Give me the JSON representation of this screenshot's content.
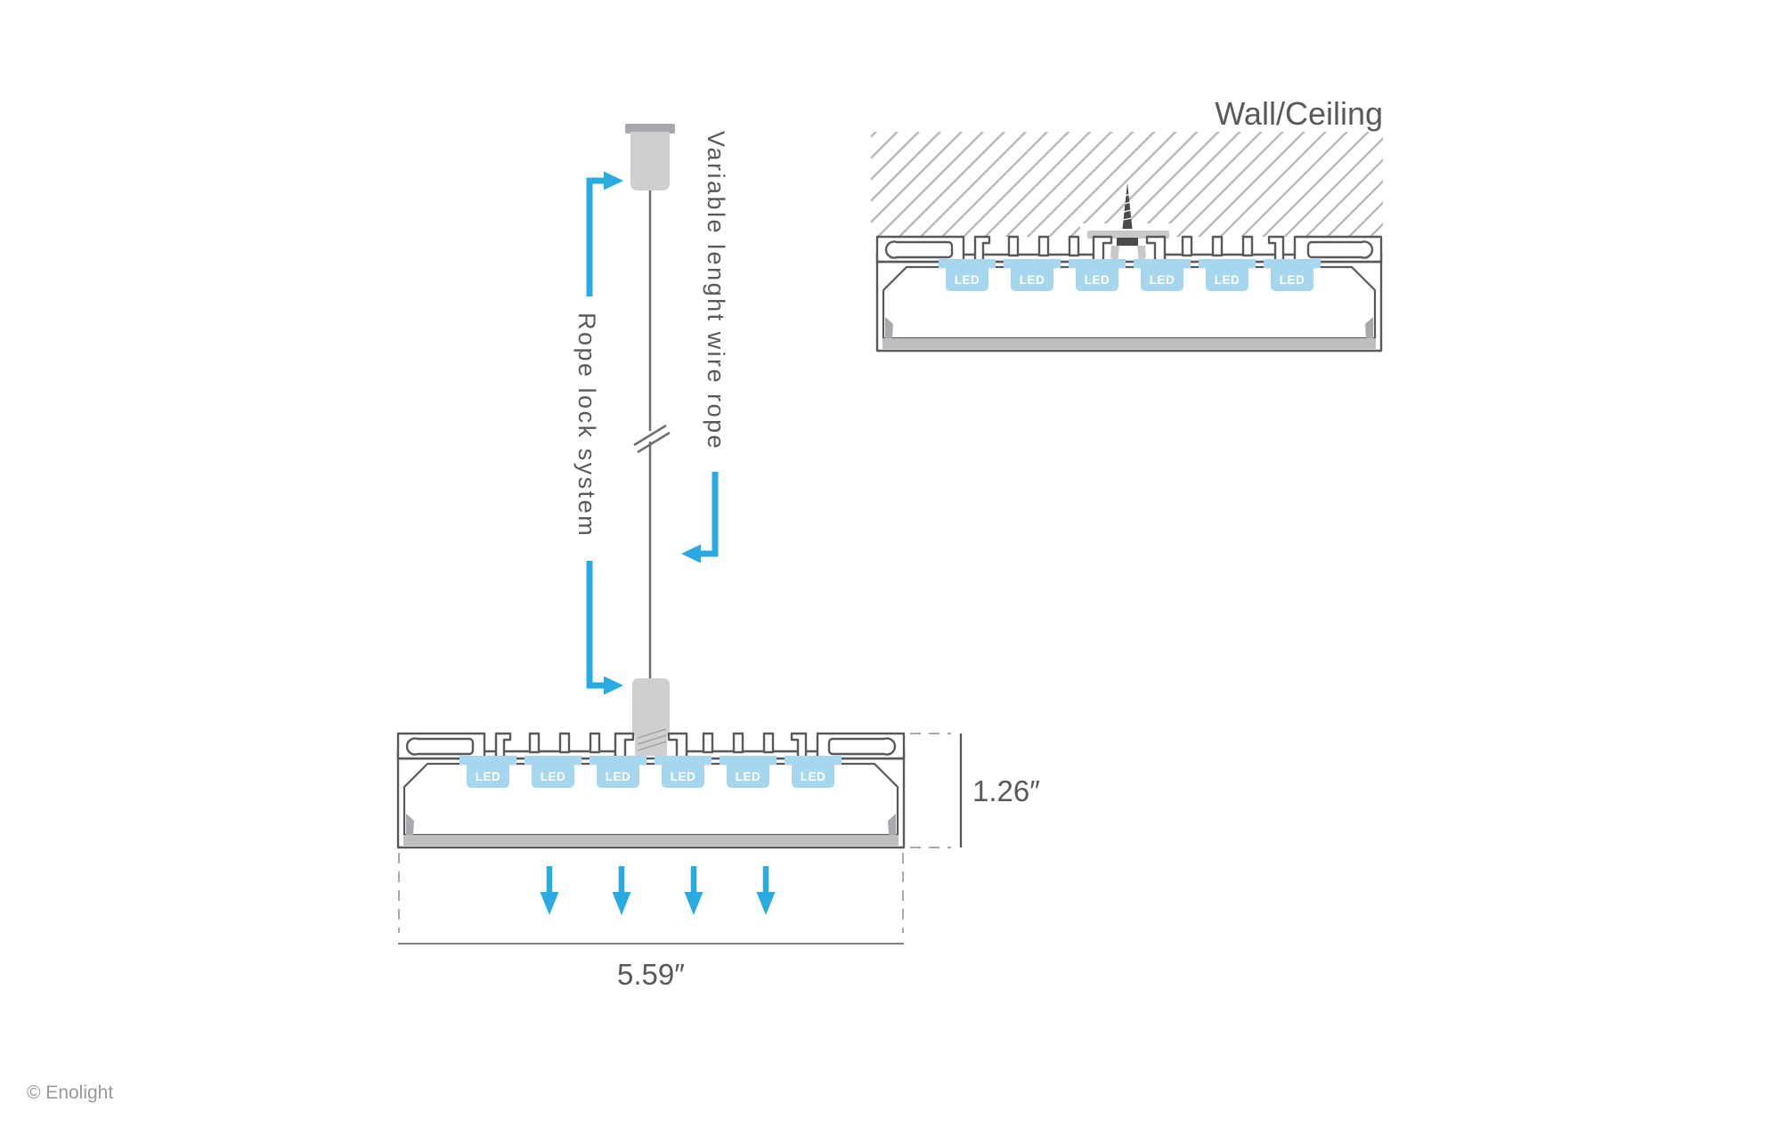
{
  "figure_suspended": {
    "rope_lock_label": "Rope lock system",
    "wire_rope_label": "Variable lenght wire rope",
    "height_dim": "1.26″",
    "width_dim": "5.59″",
    "light_arrow_count": 4
  },
  "figure_ceiling": {
    "title": "Wall/Ceiling"
  },
  "led": {
    "label": "LED",
    "per_profile": 6
  },
  "footer": {
    "copyright": "© Enolight"
  },
  "colors": {
    "arrow_blue": "#29ABE2",
    "led_blue": "#A6D7EE",
    "outline_gray": "#58595B",
    "hatch_gray": "#B3B5B7",
    "metal_gray": "#CDCFD1",
    "diffuser_gray": "#BCBEC0",
    "text_gray": "#58595B",
    "footer_gray": "#96989A"
  }
}
